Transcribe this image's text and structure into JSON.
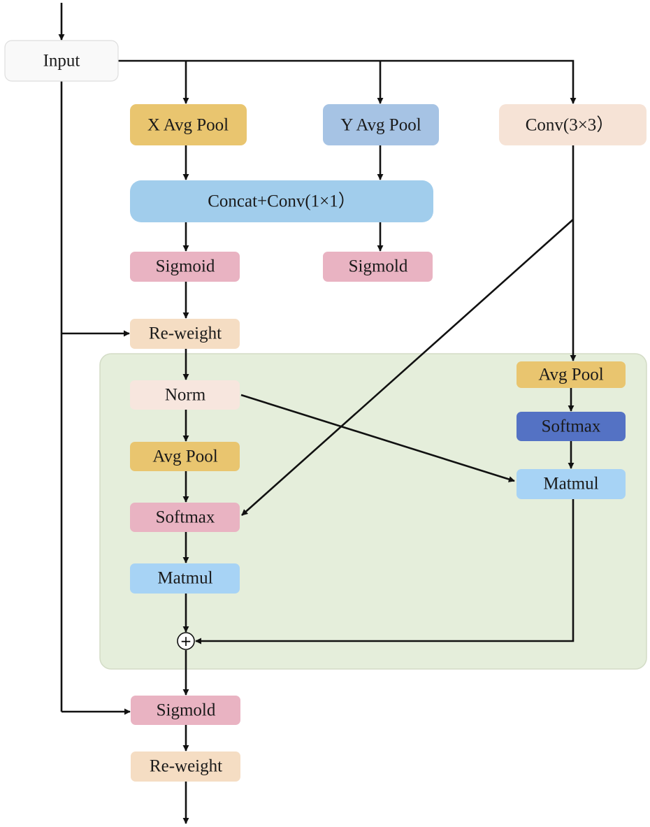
{
  "diagram": {
    "colors": {
      "input_fill": "#f9f9f9",
      "input_stroke": "#dedede",
      "gold": "#e9c56f",
      "lavender_blue": "#a6c3e4",
      "peach": "#f6e3d6",
      "sky_blue": "#a1cdec",
      "pink": "#e9b3c2",
      "light_peach": "#f5ddc3",
      "pale_peach": "#f7e6de",
      "light_blue": "#a7d3f5",
      "dark_blue": "#5472c4",
      "region_green": "#e5eedb",
      "region_stroke": "#d3dcc6",
      "arrow": "#111111",
      "text": "#1a1a1a"
    },
    "nodes": {
      "input": "Input",
      "x_avg_pool": "X Avg Pool",
      "y_avg_pool": "Y Avg Pool",
      "conv3x3": "Conv(3×3）",
      "concat_conv": "Concat+Conv(1×1）",
      "sigmoid": "Sigmoid",
      "sigmold_right": "Sigmold",
      "reweight_top": "Re-weight",
      "norm": "Norm",
      "avg_pool_left": "Avg Pool",
      "softmax_left": "Softmax",
      "matmul_left": "Matmul",
      "avg_pool_right": "Avg Pool",
      "softmax_right": "Softmax",
      "matmul_right": "Matmul",
      "plus": "+",
      "sigmold_bottom": "Sigmold",
      "reweight_bottom": "Re-weight"
    }
  }
}
